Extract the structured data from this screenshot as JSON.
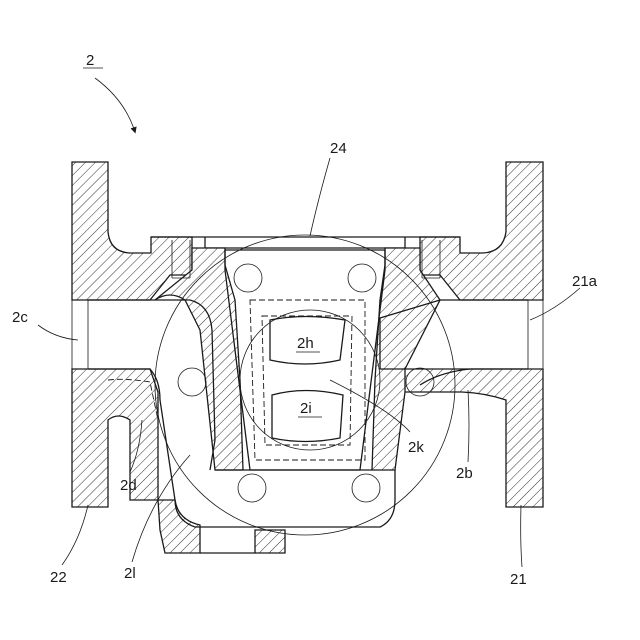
{
  "figure": {
    "labels": {
      "assembly": "2",
      "part_24": "24",
      "port_21a": "21a",
      "port_2c": "2c",
      "chamber_2h": "2h",
      "chamber_2i": "2i",
      "passage_2k": "2k",
      "passage_2d": "2d",
      "passage_2b": "2b",
      "flange_22": "22",
      "flange_21": "21",
      "passage_2l": "2l"
    }
  }
}
